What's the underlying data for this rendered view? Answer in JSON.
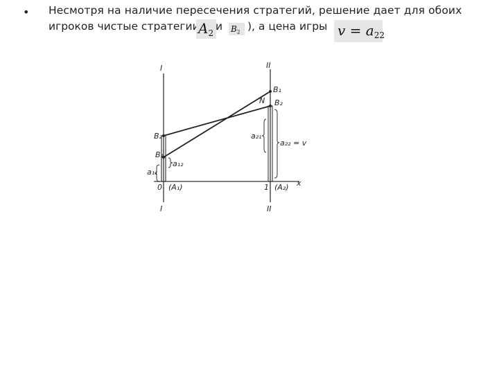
{
  "bullet": "•",
  "text": {
    "line1": "Несмотря на наличие пересечения стратегий, решение дает для обоих",
    "line2_a": "игроков чистые стратегии (",
    "line2_and": "и",
    "line2_b": "), а цена игры"
  },
  "formulas": {
    "a2": {
      "main": "A",
      "sub": "2"
    },
    "b2": {
      "main": "B",
      "sub": "2"
    },
    "v": {
      "main": "v = a",
      "sub": "22"
    }
  },
  "diagram": {
    "axis_left_top": "I",
    "axis_left_bottom": "I",
    "axis_right_top": "II",
    "axis_right_bottom": "II",
    "b1_right": "B₁",
    "n_point": "N",
    "b2_right": "B₂",
    "b2_left": "B₂",
    "b1_left": "B₁",
    "a21": "a₂₁",
    "a22_v": "a₂₂ = v",
    "a12": "a₁₂",
    "a11": "a₁₁",
    "origin": "0",
    "a1": "(A₁)",
    "one": "1",
    "a2": "(A₂)",
    "x": "x"
  }
}
